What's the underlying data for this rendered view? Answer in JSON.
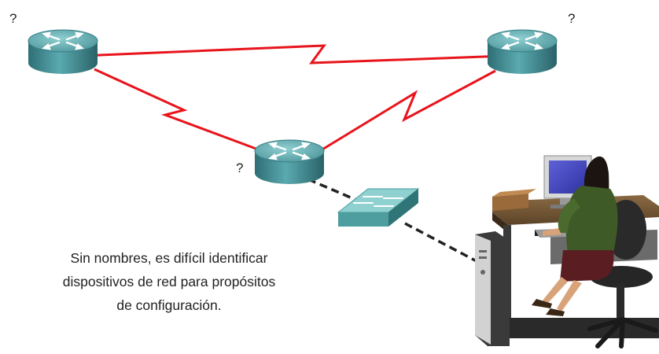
{
  "diagram": {
    "routers": [
      {
        "id": "router-top-left",
        "label": "?"
      },
      {
        "id": "router-top-right",
        "label": "?"
      },
      {
        "id": "router-center",
        "label": "?"
      }
    ],
    "links": [
      {
        "from": "router-top-left",
        "to": "router-top-right",
        "type": "serial"
      },
      {
        "from": "router-top-left",
        "to": "router-center",
        "type": "serial"
      },
      {
        "from": "router-top-right",
        "to": "router-center",
        "type": "serial"
      },
      {
        "from": "router-center",
        "to": "switch",
        "type": "ethernet"
      },
      {
        "from": "switch",
        "to": "pc",
        "type": "ethernet"
      }
    ],
    "caption_lines": [
      "Sin nombres, es difícil identificar",
      "dispositivos de red para propósitos",
      "de configuración."
    ],
    "colors": {
      "serial_link": "#e8141c",
      "ethernet_link": "#222222",
      "router": "#4d9aa0",
      "switch": "#7ec3c3"
    }
  }
}
